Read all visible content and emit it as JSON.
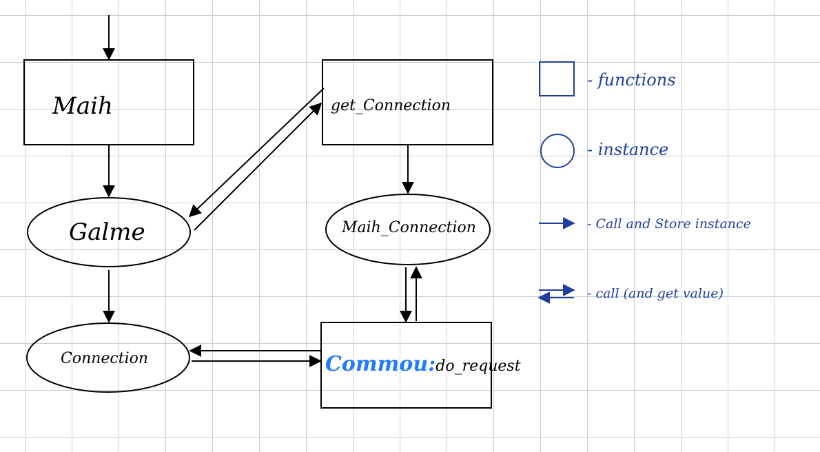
{
  "nodes": {
    "main": "Maih",
    "get_connection": "get_Connection",
    "game": "Galme",
    "main_connection": "Maih_Connection",
    "connection": "Connection",
    "common_prefix": "Commou:",
    "common_suffix": "do_request"
  },
  "legend": {
    "functions": "- functions",
    "instance": "- instance",
    "call_store": "- Call and Store instance",
    "call_value": "- call (and get value)"
  },
  "colors": {
    "ink": "#000000",
    "legend_ink": "#1f3f9e",
    "highlight": "#1f7bff",
    "grid": "#c9ced6"
  }
}
